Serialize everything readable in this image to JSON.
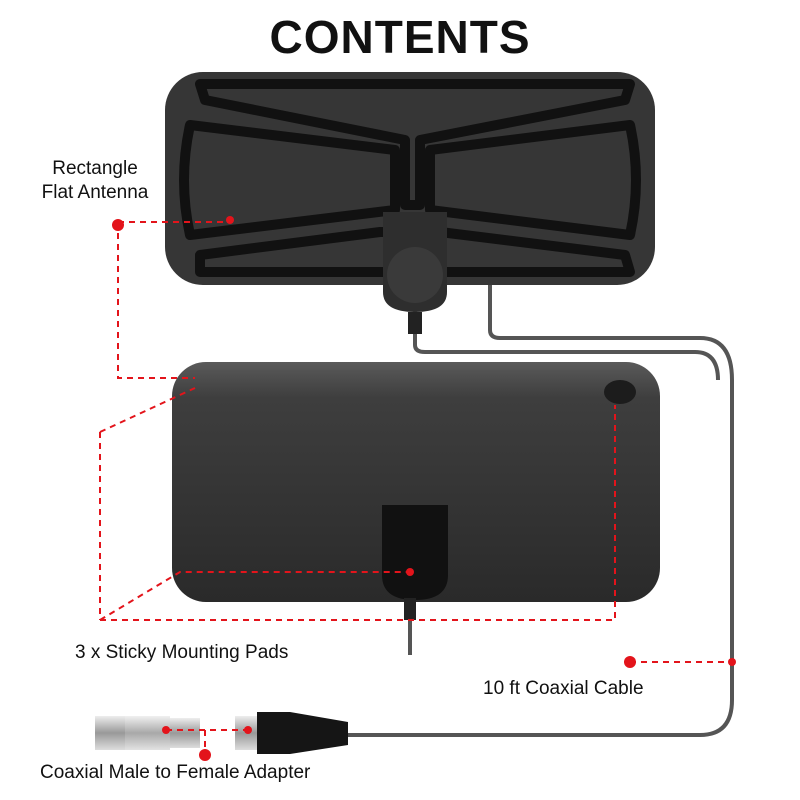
{
  "title": "CONTENTS",
  "labels": {
    "antenna": "Rectangle Flat Antenna",
    "pads": "3 x Sticky Mounting Pads",
    "cable": "10 ft Coaxial Cable",
    "adapter": "Coaxial Male to Female Adapter"
  },
  "colors": {
    "accent": "#e3141b",
    "product": "#333333"
  }
}
